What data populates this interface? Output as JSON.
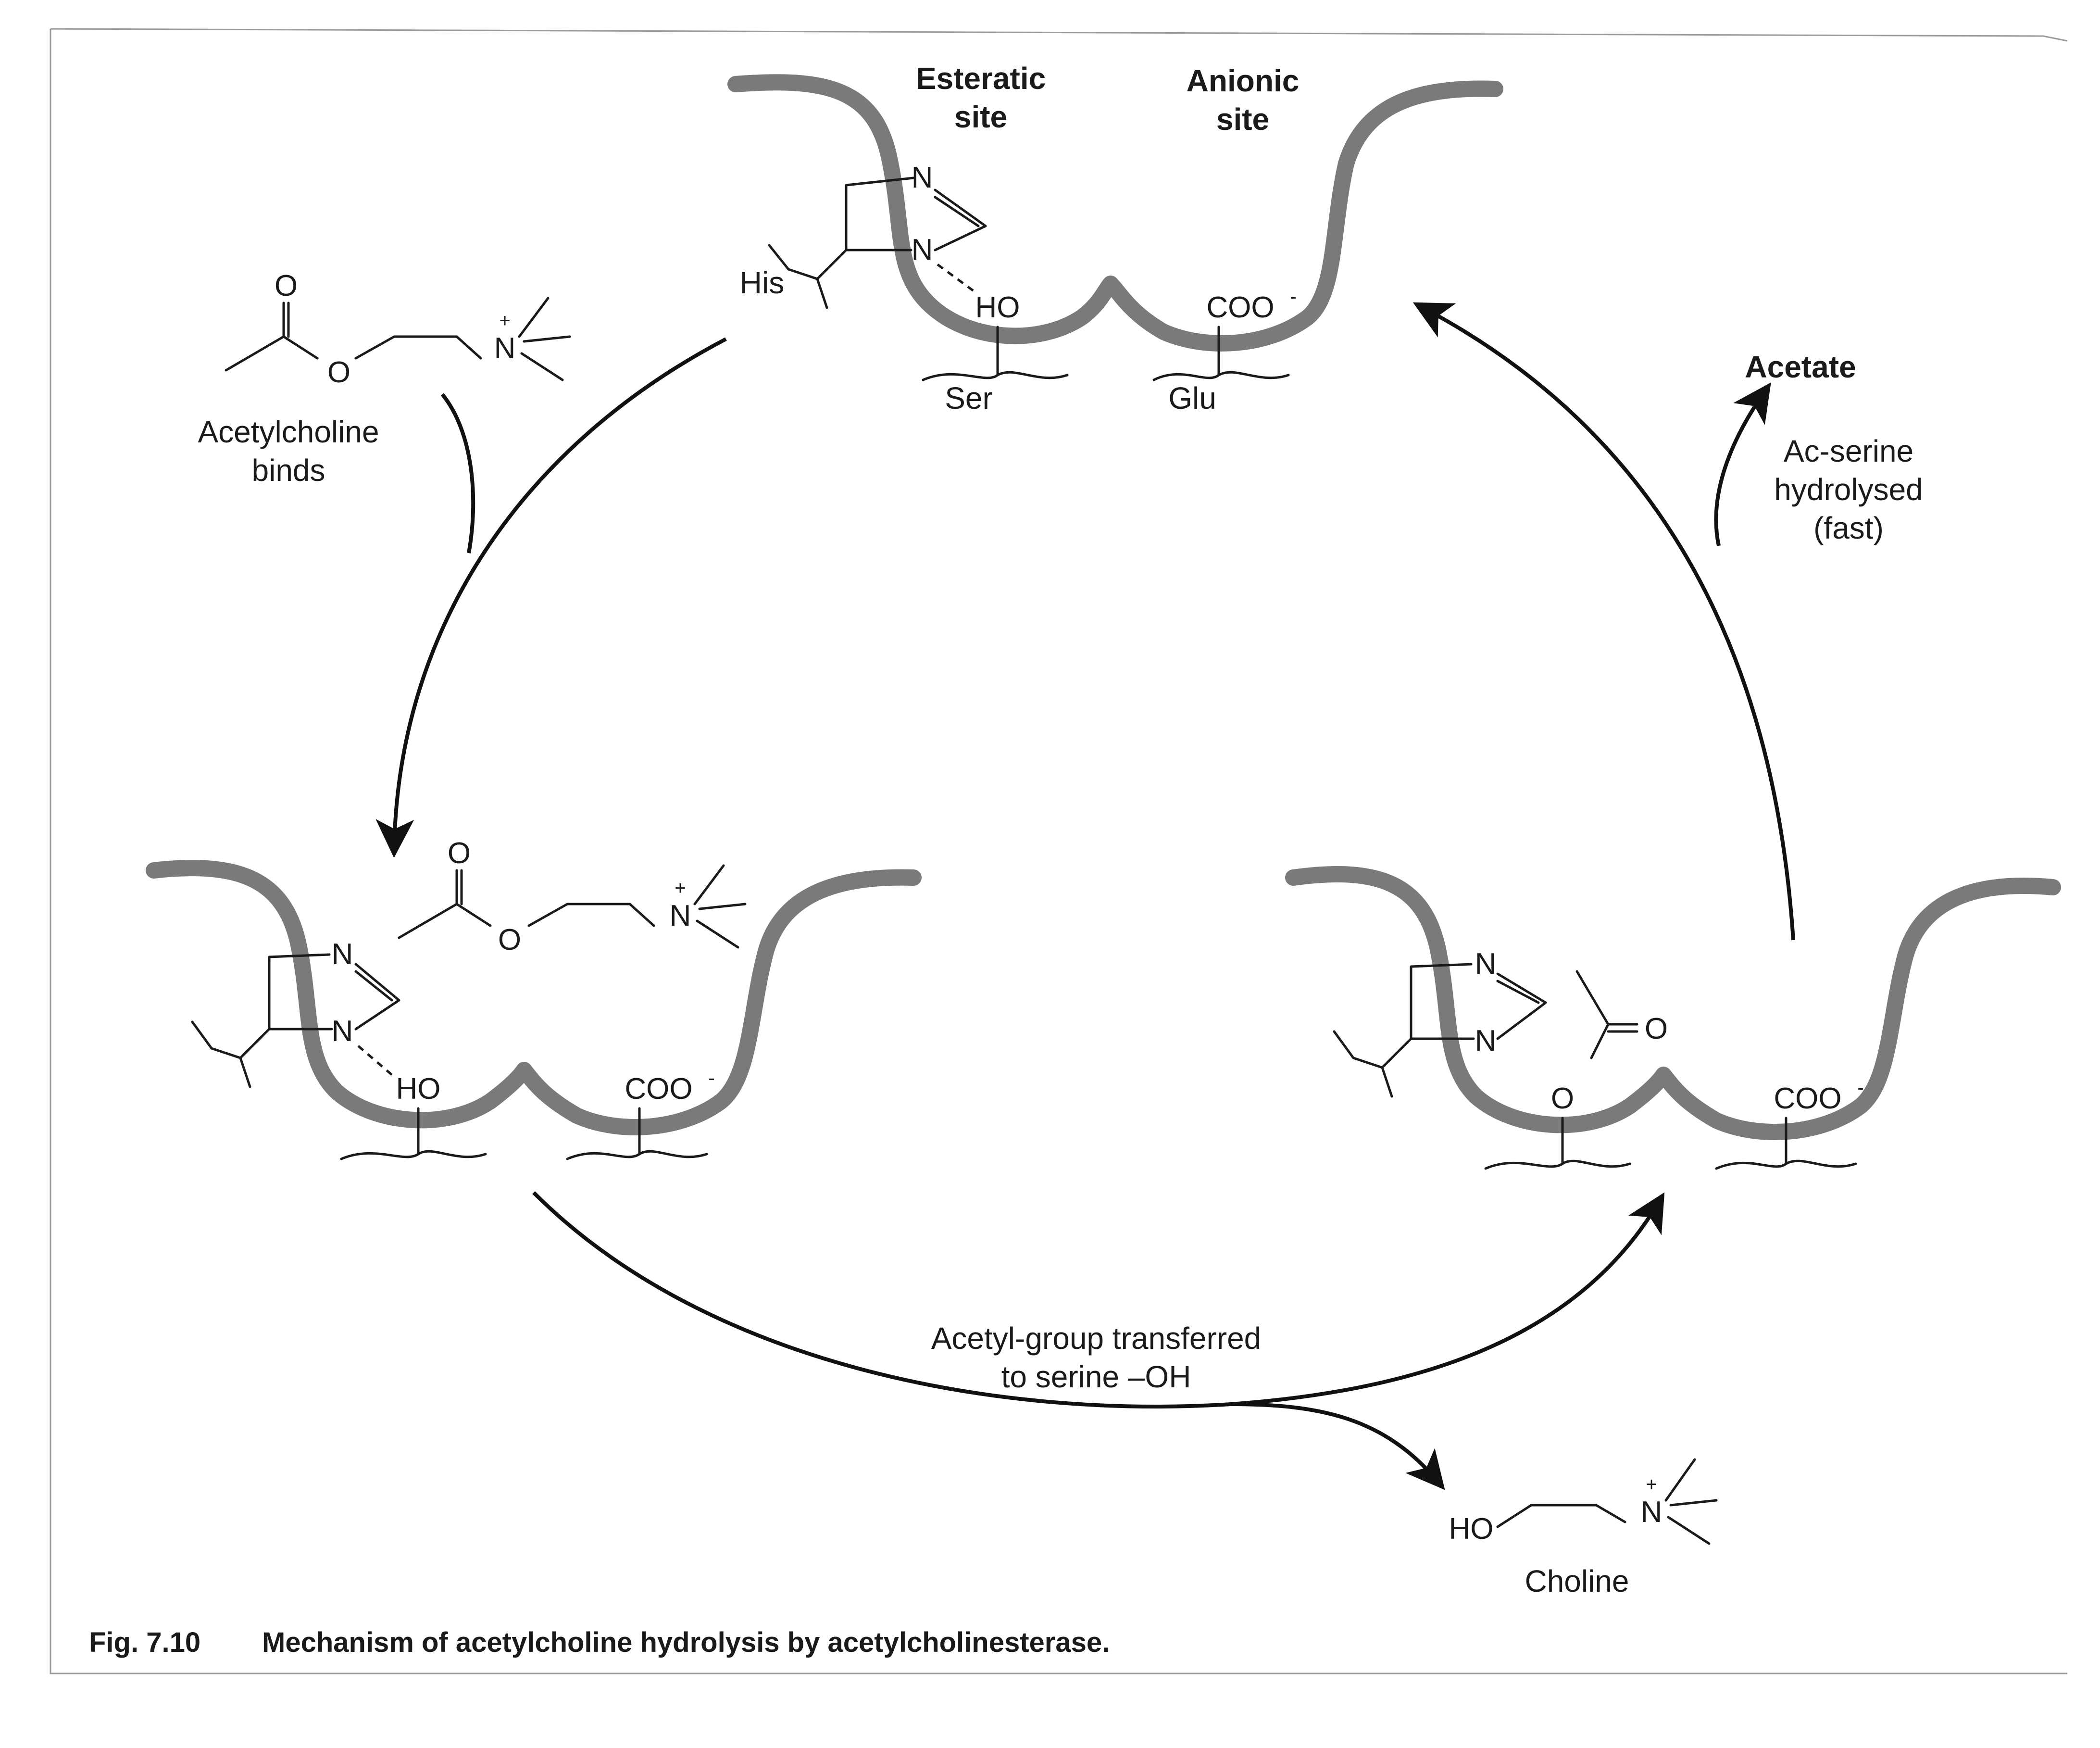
{
  "labels": {
    "esteratic_site_line1": "Esteratic",
    "esteratic_site_line2": "site",
    "anionic_site_line1": "Anionic",
    "anionic_site_line2": "site",
    "his": "His",
    "ser": "Ser",
    "glu": "Glu",
    "acetate": "Acetate",
    "ac_serine_line1": "Ac-serine",
    "ac_serine_line2": "hydrolysed",
    "ac_serine_line3": "(fast)",
    "acetylcholine_binds_line1": "Acetylcholine",
    "acetylcholine_binds_line2": "binds",
    "transfer_line1": "Acetyl-group transferred",
    "transfer_line2": "to serine –OH",
    "choline": "Choline"
  },
  "atoms": {
    "N": "N",
    "O": "O",
    "HO": "HO",
    "COO": "COO",
    "minus": "-",
    "plus": "+"
  },
  "caption": {
    "number": "Fig. 7.10",
    "text": "Mechanism of acetylcholine hydrolysis by acetylcholinesterase."
  }
}
